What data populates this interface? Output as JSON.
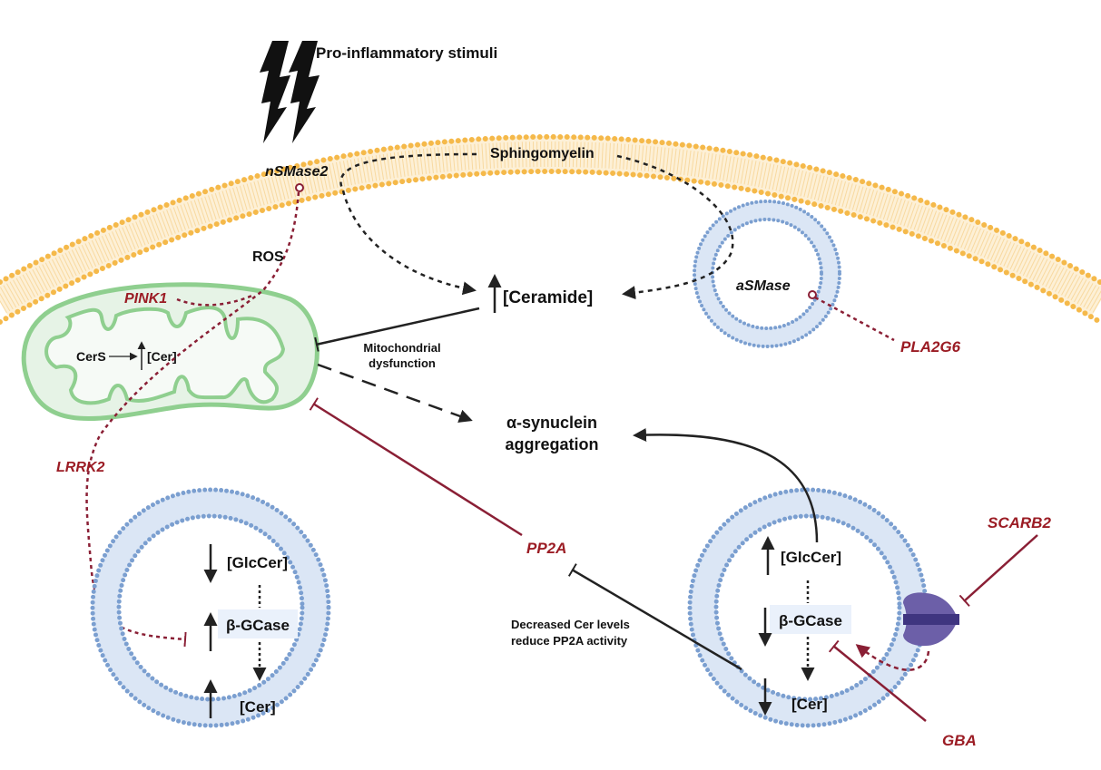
{
  "colors": {
    "membrane": "#f5b94a",
    "vesicle": "#7b9fd0",
    "mitochondrion": "#8fcf8f",
    "gene_label": "#9b1c24",
    "receptor": "#6c5fa8"
  },
  "icons": [
    "lightning-bolt-icon",
    "transporter-channel-icon"
  ],
  "labels": {
    "stimuli": "Pro-inflammatory stimuli",
    "sphingomyelin": "Sphingomyelin",
    "nsmase2": "nSMase2",
    "ros": "ROS",
    "ceramide": "[Ceramide]",
    "asmase": "aSMase",
    "pla2g6": "PLA2G6",
    "pink1": "PINK1",
    "cers": "CerS",
    "mito_cer": "[Cer]",
    "mito_dysfunction_1": "Mitochondrial",
    "mito_dysfunction_2": "dysfunction",
    "asyn_1": "α-synuclein",
    "asyn_2": "aggregation",
    "lrrk2": "LRRK2",
    "pp2a": "PP2A",
    "pp2a_note_1": "Decreased Cer levels",
    "pp2a_note_2": "reduce PP2A activity",
    "scarb2": "SCARB2",
    "gba": "GBA"
  },
  "left_lysosome": {
    "glccer": "[GlcCer]",
    "gcase": "β-GCase",
    "cer": "[Cer]"
  },
  "right_lysosome": {
    "glccer": "[GlcCer]",
    "gcase": "β-GCase",
    "cer": "[Cer]"
  }
}
